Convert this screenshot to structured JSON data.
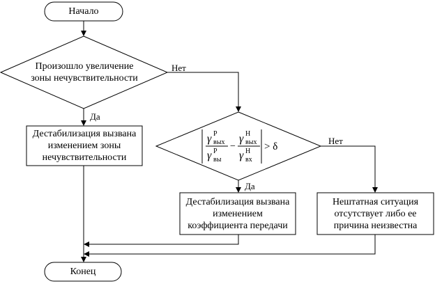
{
  "nodes": {
    "start": "Начало",
    "decision1": "Произошло увеличение зоны нечувствительности",
    "process1": "Дестабилизация вызвана изменением зоны нечувствительности",
    "decision2_formula": {
      "num1_sym": "γ",
      "num1_sup": "Р",
      "num1_sub": "вых",
      "den1_sym": "γ",
      "den1_sup": "Р",
      "den1_sub": "вы",
      "minus": "−",
      "num2_sym": "γ",
      "num2_sup": "Н",
      "num2_sub": "вых",
      "den2_sym": "γ",
      "den2_sup": "Н",
      "den2_sub": "вх",
      "relation": "> δ"
    },
    "process2": "Дестабилизация вызвана изменением коэффициента передачи",
    "process3": "Нештатная ситуация отсутствует либо ее причина неизвестна",
    "end": "Конец"
  },
  "edge_labels": {
    "d1_no": "Нет",
    "d1_yes": "Да",
    "d2_no": "Нет",
    "d2_yes": "Да"
  }
}
